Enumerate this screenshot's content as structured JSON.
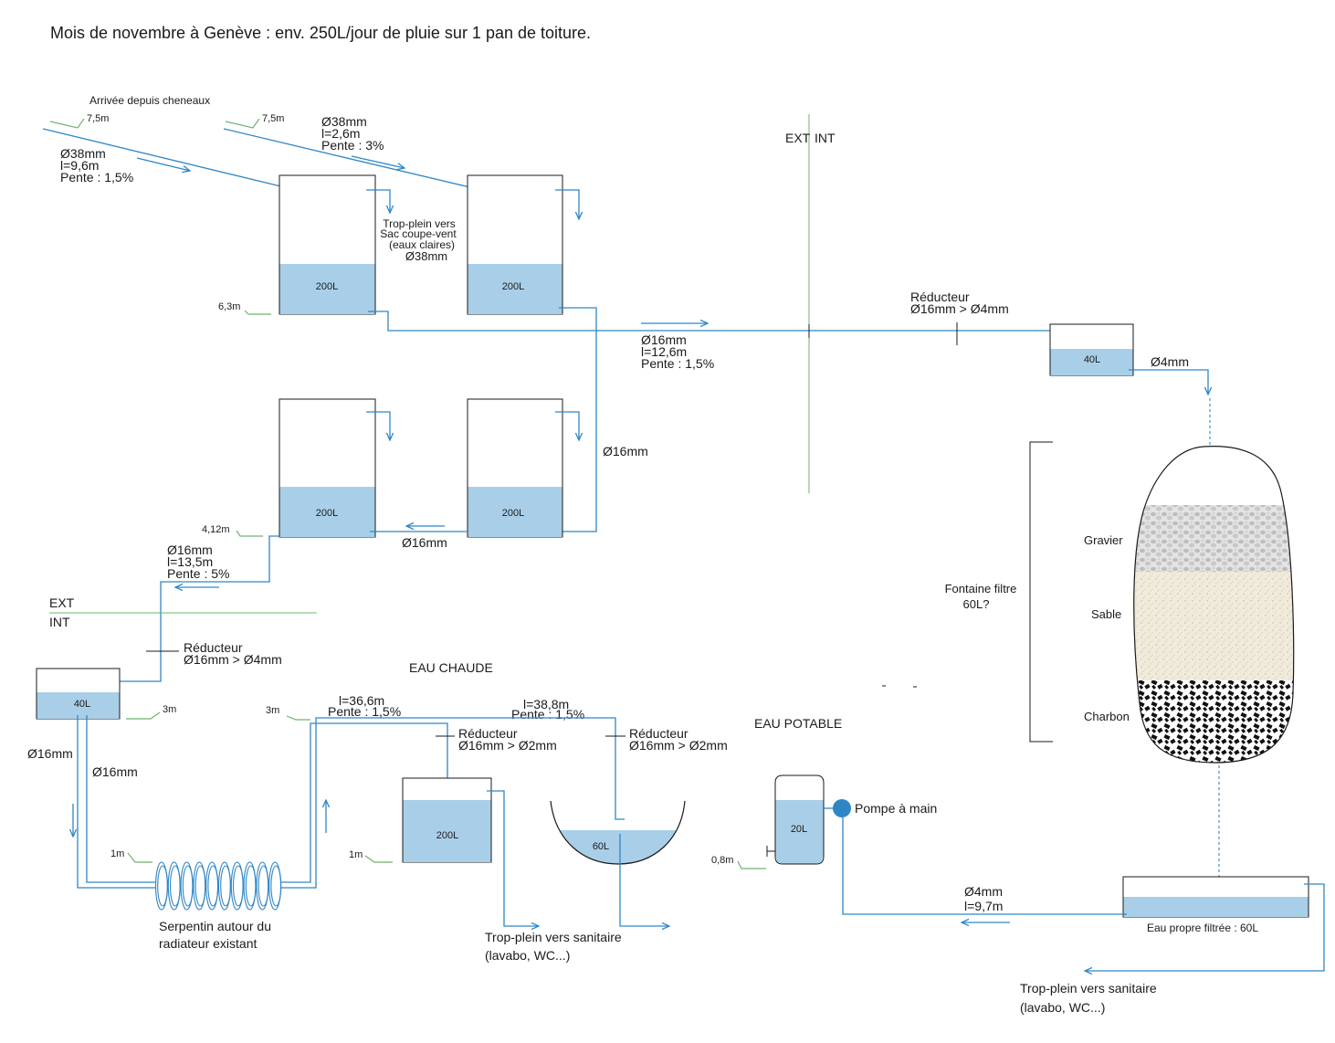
{
  "title": "Mois de novembre à Genève : env. 250L/jour de pluie sur 1 pan de toiture.",
  "colors": {
    "pipe": "#2f86c6",
    "water": "#a9cfe8",
    "level_mark": "#6fb36f",
    "pump": "#2f86c6"
  },
  "labels": {
    "arrivee": "Arrivée depuis cheneaux",
    "lvl_75_a": "7,5m",
    "lvl_75_b": "7,5m",
    "lvl_63": "6,3m",
    "lvl_412": "4,12m",
    "lvl_3_a": "3m",
    "lvl_3_b": "3m",
    "lvl_1_a": "1m",
    "lvl_1_b": "1m",
    "lvl_08": "0,8m",
    "pipe1_d": "Ø38mm",
    "pipe1_l": "l=9,6m",
    "pipe1_p": "Pente : 1,5%",
    "pipe2_d": "Ø38mm",
    "pipe2_l": "l=2,6m",
    "pipe2_p": "Pente : 3%",
    "trop_plein_1": "Trop-plein vers",
    "trop_plein_2": "Sac coupe-vent",
    "trop_plein_3": "(eaux claires)",
    "trop_plein_4": "Ø38mm",
    "tank_a": "200L",
    "tank_b": "200L",
    "tank_c": "200L",
    "tank_d": "200L",
    "main_d": "Ø16mm",
    "main_l": "l=12,6m",
    "main_p": "Pente : 1,5%",
    "reducteur_top": "Réducteur",
    "reducteur_top_v": "Ø16mm > Ø4mm",
    "tank_40_top": "40L",
    "d4_top": "Ø4mm",
    "ext_top": "EXT",
    "int_top": "INT",
    "d16_right": "Ø16mm",
    "d16_mid": "Ø16mm",
    "down_d": "Ø16mm",
    "down_l": "l=13,5m",
    "down_p": "Pente : 5%",
    "ext_left": "EXT",
    "int_left": "INT",
    "reducteur_left": "Réducteur",
    "reducteur_left_v": "Ø16mm > Ø4mm",
    "tank_40_left": "40L",
    "d16_a": "Ø16mm",
    "d16_b": "Ø16mm",
    "serpentin_1": "Serpentin autour du",
    "serpentin_2": "radiateur existant",
    "eau_chaude": "EAU CHAUDE",
    "hot1_l": "l=36,6m",
    "hot1_p": "Pente : 1,5%",
    "hot2_l": "l=38,8m",
    "hot2_p": "Pente : 1,5%",
    "red_a": "Réducteur",
    "red_a_v": "Ø16mm > Ø2mm",
    "red_b": "Réducteur",
    "red_b_v": "Ø16mm > Ø2mm",
    "tank_200_hot": "200L",
    "basin_60": "60L",
    "trop_san_1": "Trop-plein vers sanitaire",
    "trop_san_2": "(lavabo, WC...)",
    "eau_potable": "EAU POTABLE",
    "tank_20": "20L",
    "pompe": "Pompe à main",
    "d4_low": "Ø4mm",
    "l_low": "l=9,7m",
    "eau_propre": "Eau propre filtrée : 60L",
    "trop_san_r1": "Trop-plein vers sanitaire",
    "trop_san_r2": "(lavabo, WC...)",
    "fontaine_1": "Fontaine filtre",
    "fontaine_2": "60L?",
    "gravier": "Gravier",
    "sable": "Sable",
    "charbon": "Charbon"
  }
}
